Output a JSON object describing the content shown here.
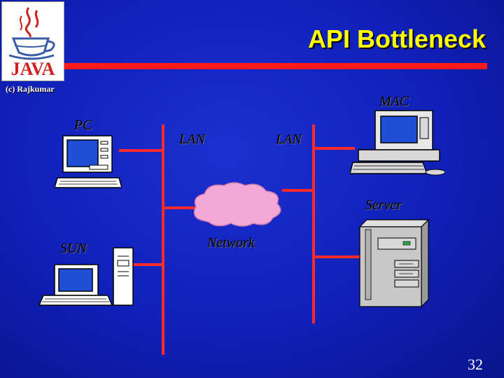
{
  "slide": {
    "title": "API Bottleneck",
    "credit": "(c) Rajkumar",
    "page_number": "32"
  },
  "logo": {
    "text": "JAVA",
    "icon": "java-coffee-cup-logo"
  },
  "labels": {
    "pc": "PC",
    "sun": "SUN",
    "lan_left": "LAN",
    "lan_right": "LAN",
    "mac": "MAC",
    "server": "Server",
    "network": "Network"
  },
  "colors": {
    "background": "#1020b8",
    "title": "#ffff00",
    "bar": "#ff1a1a",
    "lines": "#ff2a2a",
    "cloud": "#f4a8d6"
  }
}
